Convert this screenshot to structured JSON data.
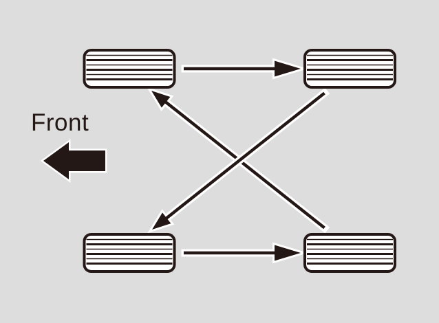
{
  "figure": {
    "type": "tire-rotation-diagram",
    "front_label": "Front",
    "front_direction": "left",
    "colors": {
      "background": "#dcdddc",
      "ink": "#231815",
      "outline": "#ffffff",
      "tire_fill": "#ffffff"
    },
    "tires": [
      {
        "id": "top-left"
      },
      {
        "id": "top-right"
      },
      {
        "id": "bottom-left"
      },
      {
        "id": "bottom-right"
      }
    ],
    "rotation_arrows": [
      {
        "from": "top-left",
        "to": "top-right",
        "path": "straight"
      },
      {
        "from": "bottom-left",
        "to": "bottom-right",
        "path": "straight"
      },
      {
        "from": "bottom-right",
        "to": "top-left",
        "path": "diagonal"
      },
      {
        "from": "top-right",
        "to": "bottom-left",
        "path": "diagonal"
      }
    ]
  }
}
